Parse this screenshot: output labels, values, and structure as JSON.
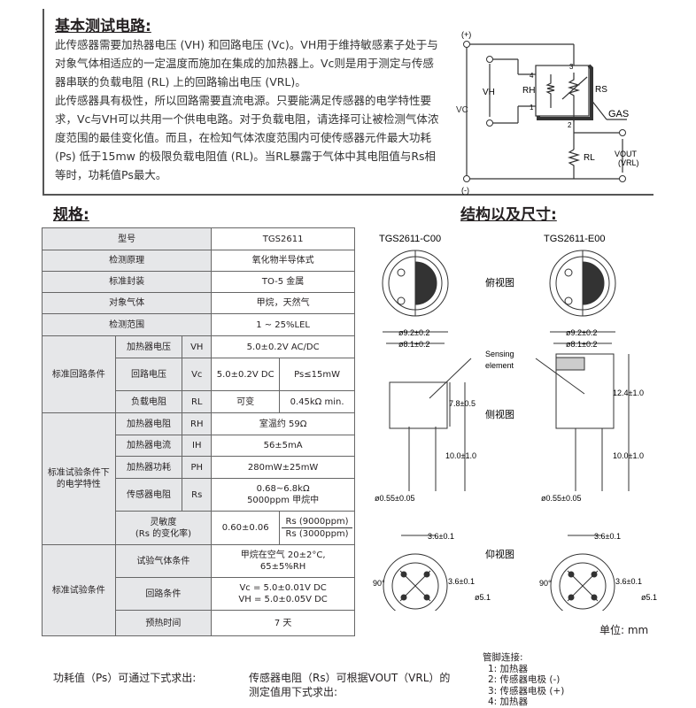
{
  "intro": {
    "title": "基本测试电路:",
    "p1": "此传感器需要加热器电压 (VH) 和回路电压 (Vc)。VH用于维持敏感素子处于与对象气体相适应的一定温度而施加在集成的加热器上。Vc则是用于测定与传感器串联的负载电阻 (RL) 上的回路输出电压 (VRL)。",
    "p2": "此传感器具有极性，所以回路需要直流电源。只要能满足传感器的电学特性要求，Vc与VH可以共用一个供电电路。对于负载电阻，请选择可让被检测气体浓度范围的最佳变化值。而且，在检知气体浓度范围内可使传感器元件最大功耗 (Ps) 低于15mw 的极限负载电阻值 (RL)。当RL暴露于气体中其电阻值与Rs相等时，功耗值Ps最大。"
  },
  "circuit": {
    "plus": "(+)",
    "minus": "(-)",
    "vc": "VC",
    "vh": "VH",
    "rh": "RH",
    "rs": "RS",
    "rl": "RL",
    "gas": "GAS",
    "vout": "VOUT",
    "vrl": "(VRL)",
    "pin1": "1",
    "pin2": "2",
    "pin3": "3",
    "pin4": "4"
  },
  "spec": {
    "title": "规格:",
    "rows": {
      "model": [
        "型号",
        "TGS2611"
      ],
      "principle": [
        "检测原理",
        "氧化物半导体式"
      ],
      "package": [
        "标准封装",
        "TO-5 金属"
      ],
      "target": [
        "对象气体",
        "甲烷，天然气"
      ],
      "range": [
        "检测范围",
        "1 ~ 25%LEL"
      ],
      "circuit_group": "标准回路条件",
      "vh": [
        "加热器电压",
        "VH",
        "5.0±0.2V AC/DC"
      ],
      "vc": [
        "回路电压",
        "Vc",
        "5.0±0.2V DC",
        "Ps≤15mW"
      ],
      "rl": [
        "负载电阻",
        "RL",
        "可变",
        "0.45kΩ min."
      ],
      "elec_group": "标准试验条件下的电学特性",
      "rh": [
        "加热器电阻",
        "RH",
        "室温约 59Ω"
      ],
      "ih": [
        "加热器电流",
        "IH",
        "56±5mA"
      ],
      "ph": [
        "加热器功耗",
        "PH",
        "280mW±25mW"
      ],
      "rs": [
        "传感器电阻",
        "Rs",
        "0.68~6.8kΩ",
        "5000ppm 甲烷中"
      ],
      "sens": [
        "灵敏度",
        "(Rs 的变化率)",
        "0.60±0.06",
        "Rs (9000ppm)",
        "Rs (3000ppm)"
      ],
      "test_group": "标准试验条件",
      "gas": [
        "试验气体条件",
        "甲烷在空气 20±2°C,",
        "65±5%RH"
      ],
      "cond": [
        "回路条件",
        "Vc = 5.0±0.01V DC",
        "VH = 5.0±0.05V DC"
      ],
      "preheat": [
        "预热时间",
        "7 天"
      ]
    }
  },
  "structure": {
    "title": "结构以及尺寸:",
    "model_c": "TGS2611-C00",
    "model_e": "TGS2611-E00",
    "top_view": "俯视图",
    "side_view": "侧视图",
    "bottom_view": "仰视图",
    "d92": "ø9.2±0.2",
    "d81": "ø8.1±0.2",
    "sensing1": "Sensing",
    "sensing2": "element",
    "h78": "7.8±0.5",
    "h124": "12.4±1.0",
    "h10": "10.0±1.0",
    "pin_d": "ø0.55±0.05",
    "pitch": "3.6±0.1",
    "d51": "ø5.1",
    "angle": "90°",
    "unit": "单位: mm"
  },
  "pins": {
    "title": "管脚连接:",
    "items": [
      "1: 加热器",
      "2: 传感器电极 (-)",
      "3: 传感器电极 (+)",
      "4: 加热器"
    ]
  },
  "bottom": {
    "ps_text": "功耗值（Ps）可通过下式求出:",
    "rs_text1": "传感器电阻（Rs）可根据VOUT（VRL）的",
    "rs_text2": "测定值用下式求出:"
  }
}
